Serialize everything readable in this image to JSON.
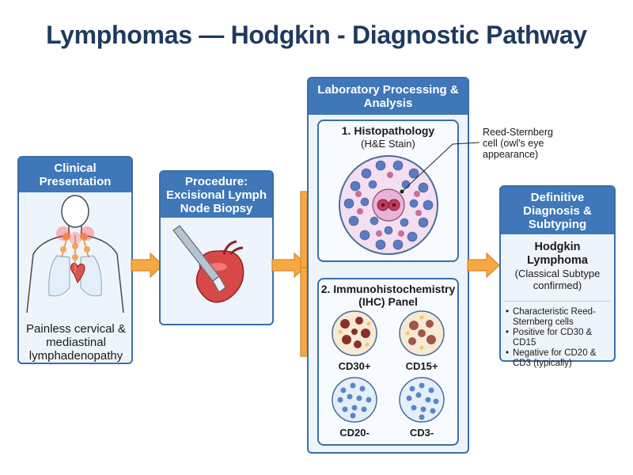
{
  "title": "Lymphomas — Hodgkin - Diagnostic Pathway",
  "clinical": {
    "header": "Clinical Presentation",
    "caption": "Painless cervical & mediastinal lymphadenopathy"
  },
  "procedure": {
    "header": "Procedure: Excisional Lymph Node Biopsy"
  },
  "lab": {
    "header": "Laboratory Processing & Analysis",
    "histo_title": "1. Histopathology",
    "histo_sub": "(H&E Stain)",
    "callout": "Reed-Sternberg cell (owl's eye appearance)",
    "ihc_title": "2. Immunohistochemistry (IHC) Panel",
    "markers": [
      "CD30+",
      "CD15+",
      "CD20-",
      "CD3-"
    ]
  },
  "diagnosis": {
    "header": "Definitive Diagnosis & Subtyping",
    "result_bold": "Hodgkin Lymphoma",
    "result_sub": "(Classical Subtype confirmed)",
    "bullets": [
      "Characteristic Reed-Sternberg cells",
      "Positive for CD30 & CD15",
      "Negative for CD20 & CD3 (typically)"
    ]
  }
}
